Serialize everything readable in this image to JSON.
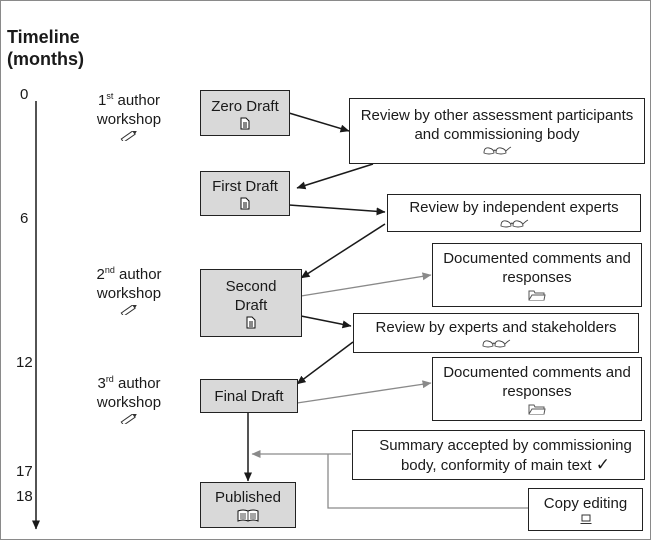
{
  "title": "Timeline\n(months)",
  "timeline": {
    "months": [
      "0",
      "6",
      "12",
      "17",
      "18"
    ]
  },
  "workshops": [
    {
      "ordinal": "1",
      "suffix": "st",
      "rest": " author workshop"
    },
    {
      "ordinal": "2",
      "suffix": "nd",
      "rest": " author workshop"
    },
    {
      "ordinal": "3",
      "suffix": "rd",
      "rest": " author workshop"
    }
  ],
  "drafts": {
    "zero": {
      "label": "Zero Draft",
      "icon": "document-icon"
    },
    "first": {
      "label": "First Draft",
      "icon": "document-icon"
    },
    "second": {
      "label": "Second Draft",
      "icon": "document-icon"
    },
    "final": {
      "label": "Final Draft",
      "icon": "document-icon"
    },
    "published": {
      "label": "Published",
      "icon": "open-book-icon"
    }
  },
  "reviews": {
    "participants": {
      "label": "Review by other assessment participants and commissioning body",
      "icon": "glasses-icon"
    },
    "independent": {
      "label": "Review by independent experts",
      "icon": "glasses-icon"
    },
    "stakeholders": {
      "label": "Review by experts and stakeholders",
      "icon": "glasses-icon"
    }
  },
  "documented": {
    "second": {
      "label": "Documented comments and responses",
      "icon": "folder-icon"
    },
    "final": {
      "label": "Documented comments and responses",
      "icon": "folder-icon"
    }
  },
  "summary": {
    "label": "Summary accepted by commissioning body, conformity of main text",
    "icon": "checkmark-icon",
    "check": "✓"
  },
  "copy_editing": {
    "label": "Copy editing",
    "icon": "laptop-icon"
  },
  "colors": {
    "draft_fill": "#d9d9d9",
    "black_arrow": "#1a1a1a",
    "gray_arrow": "#8a8a8a"
  }
}
